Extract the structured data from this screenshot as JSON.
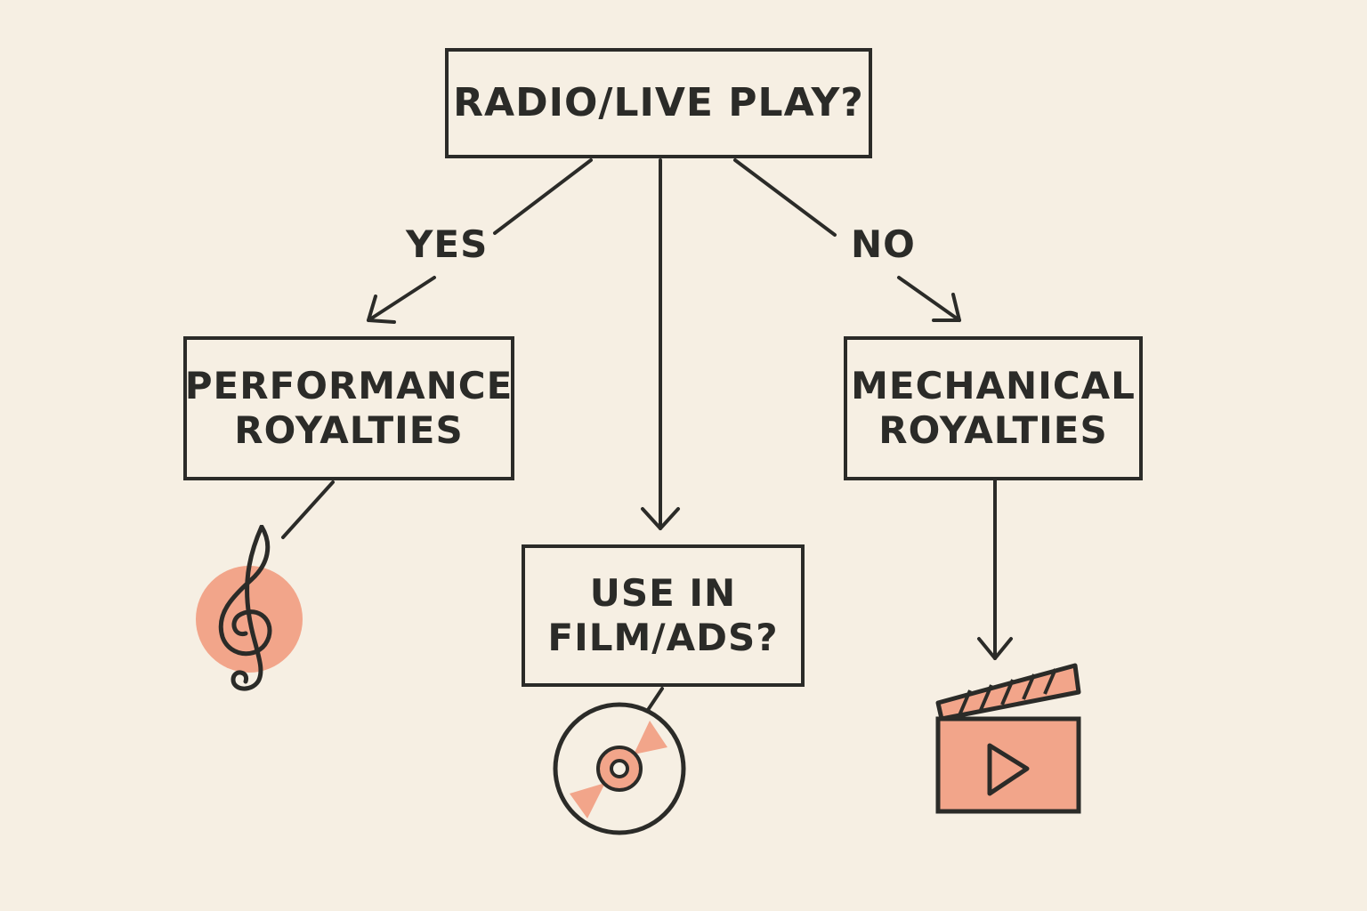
{
  "nodes": {
    "root": {
      "line1": "RADIO/LIVE PLAY?"
    },
    "performance": {
      "line1": "PERFORMANCE",
      "line2": "ROYALTIES"
    },
    "mechanical": {
      "line1": "MECHANICAL",
      "line2": "ROYALTIES"
    },
    "film": {
      "line1": "USE IN",
      "line2": "FILM/ADS?"
    }
  },
  "edges": {
    "yes_label": "YES",
    "no_label": "NO"
  },
  "icons": {
    "performance": "treble-clef-icon",
    "film": "compact-disc-icon",
    "mechanical": "clapperboard-play-icon"
  },
  "colors": {
    "background": "#f6efe3",
    "ink": "#2b2b28",
    "accent": "#f2a58a"
  }
}
